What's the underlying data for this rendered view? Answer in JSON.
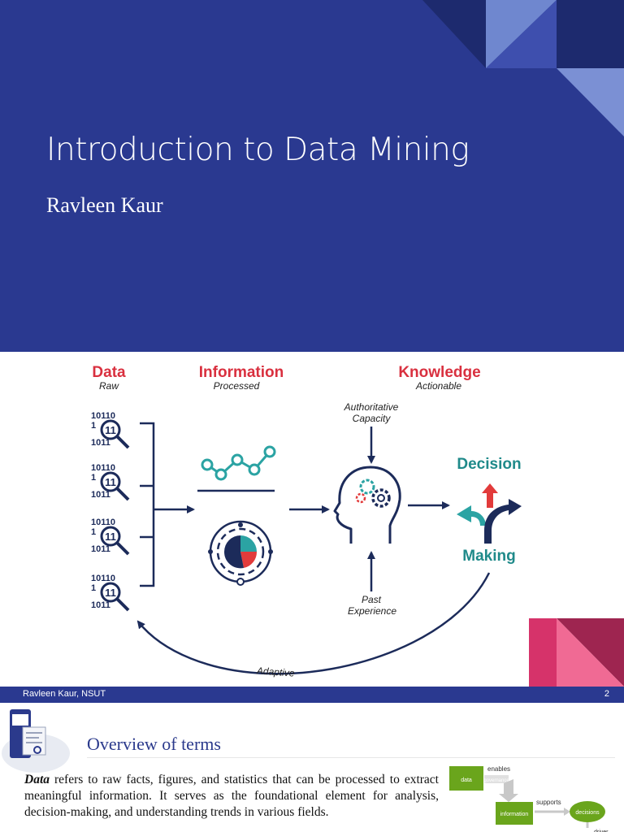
{
  "slide1": {
    "title": "Introduction to Data Mining",
    "author": "Ravleen Kaur",
    "colors": {
      "background": "#2a3990",
      "accent_light": "#6f87cf",
      "accent_mid": "#3e4fae",
      "accent_dark": "#1d2a6e"
    }
  },
  "diagram": {
    "stages": [
      {
        "label": "Data",
        "sub": "Raw",
        "color": "#d9303f"
      },
      {
        "label": "Information",
        "sub": "Processed",
        "color": "#d9303f"
      },
      {
        "label": "Knowledge",
        "sub": "Actionable",
        "color": "#d9303f"
      }
    ],
    "binary_text": [
      "10110",
      "1",
      "1011"
    ],
    "binary_badge": "11",
    "inputs": {
      "top": [
        "Authoritative",
        "Capacity"
      ],
      "bottom": [
        "Past",
        "Experience"
      ]
    },
    "decision": {
      "line1": "Decision",
      "line2": "Making",
      "color": "#1f8a8a"
    },
    "feedback": "Adaptive",
    "colors": {
      "navy": "#1c2b5a",
      "teal": "#2ba3a3",
      "red": "#e23b3b",
      "pink": "#e04a7a",
      "magenta": "#b3264f"
    }
  },
  "footer": {
    "left": "Ravleen Kaur, NSUT",
    "right": "2"
  },
  "slide3": {
    "heading": "Overview of terms",
    "term": "Data",
    "paragraph": " refers to raw facts, figures, and statistics that can be processed to extract meaningful information. It serves as the foundational element for analysis, decision-making, and understanding trends in various fields.",
    "mini_diagram": {
      "box1": "data",
      "box1_sub": "governance",
      "enables": "enables",
      "box2": "information",
      "supports": "supports",
      "oval": "decisions",
      "driver": "driver"
    }
  }
}
